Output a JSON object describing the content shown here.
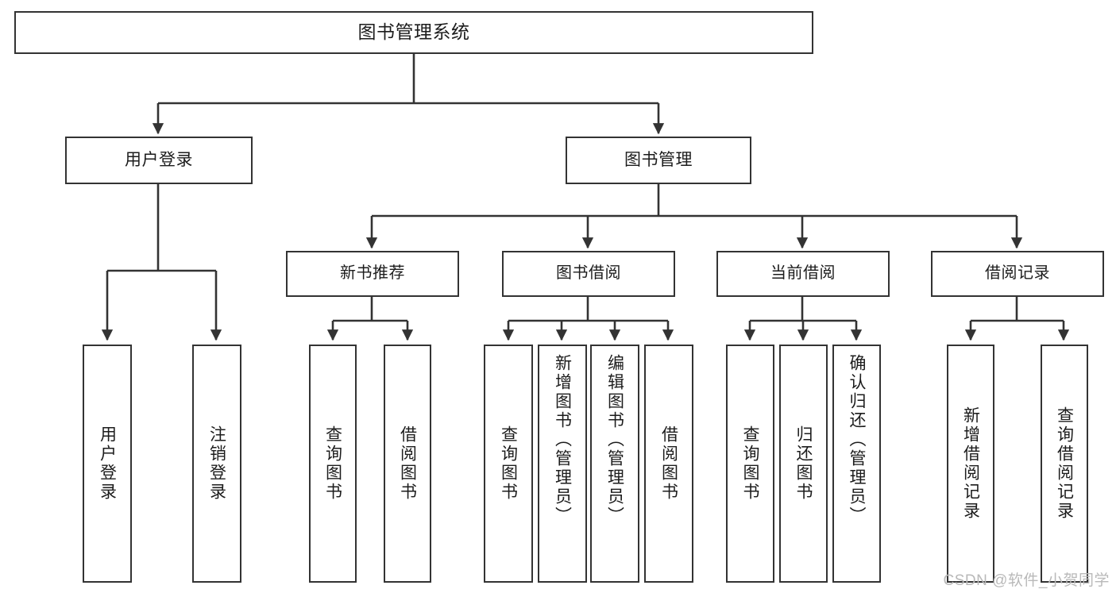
{
  "diagram": {
    "kind": "tree-hierarchy-diagram",
    "title": "图书管理系统",
    "colors": {
      "stroke": "#333333",
      "fill": "#ffffff",
      "text": "#1c1c1c",
      "watermark": "#b9b9b9"
    },
    "watermark": "CSDN @软件_小贺同学",
    "root": {
      "label": "图书管理系统"
    },
    "level2": [
      {
        "label": "用户登录"
      },
      {
        "label": "图书管理"
      }
    ],
    "level3": [
      {
        "label": "新书推荐"
      },
      {
        "label": "图书借阅"
      },
      {
        "label": "当前借阅"
      },
      {
        "label": "借阅记录"
      }
    ],
    "leaves": {
      "user_login": [
        {
          "label": "用户登录"
        },
        {
          "label": "注销登录"
        }
      ],
      "new_book": [
        {
          "label": "查询图书"
        },
        {
          "label": "借阅图书"
        }
      ],
      "book_borrow": [
        {
          "label": "查询图书"
        },
        {
          "label": "新增图书（管理员）"
        },
        {
          "label": "编辑图书（管理员）"
        },
        {
          "label": "借阅图书"
        }
      ],
      "current_borrow": [
        {
          "label": "查询图书"
        },
        {
          "label": "归还图书"
        },
        {
          "label": "确认归还（管理员）"
        }
      ],
      "borrow_record": [
        {
          "label": "新增借阅记录"
        },
        {
          "label": "查询借阅记录"
        }
      ]
    }
  }
}
